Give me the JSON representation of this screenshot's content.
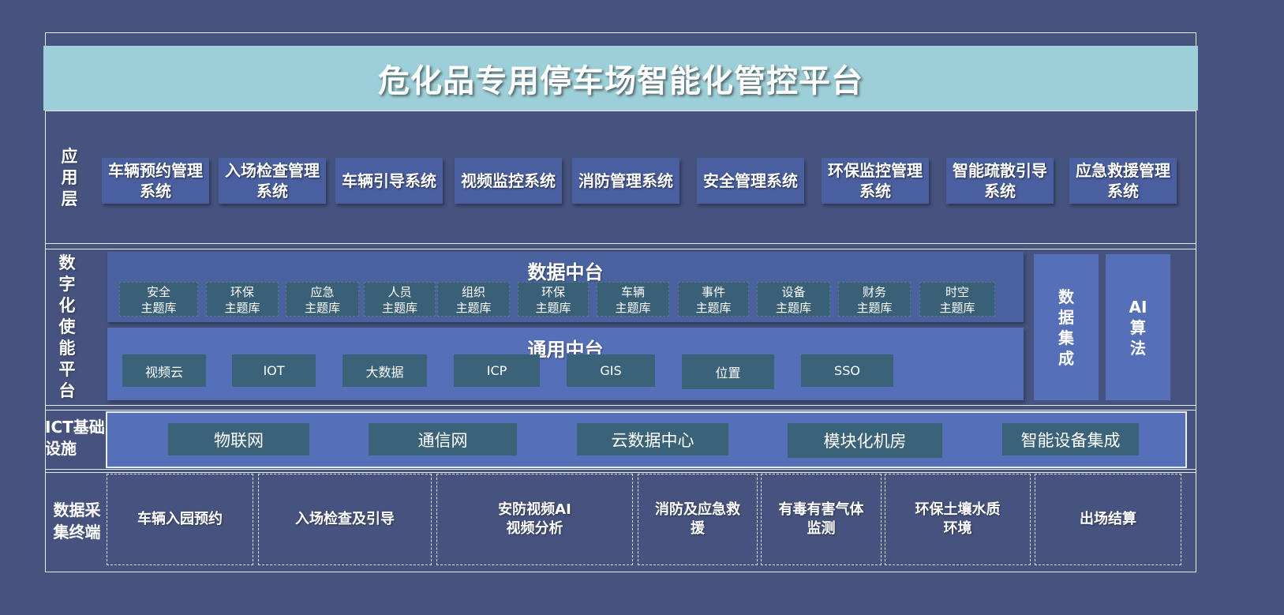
{
  "title": "危化品专用停车场智能化管控平台",
  "app_layer": {
    "label": "应用层",
    "systems": [
      "车辆预约管理系统",
      "入场检查管理系统",
      "车辆引导系统",
      "视频监控系统",
      "消防管理系统",
      "安全管理系统",
      "环保监控管理系统",
      "智能疏散引导系统",
      "应急救援管理系统"
    ]
  },
  "digital_platform": {
    "label": "数字化使能平台",
    "data_platform": {
      "title": "数据中台",
      "themes": [
        [
          "安全",
          "主题库"
        ],
        [
          "环保",
          "主题库"
        ],
        [
          "应急",
          "主题库"
        ],
        [
          "人员",
          "主题库"
        ],
        [
          "组织",
          "主题库"
        ],
        [
          "环保",
          "主题库"
        ],
        [
          "车辆",
          "主题库"
        ],
        [
          "事件",
          "主题库"
        ],
        [
          "设备",
          "主题库"
        ],
        [
          "财务",
          "主题库"
        ],
        [
          "时空",
          "主题库"
        ]
      ]
    },
    "general_platform": {
      "title": "通用中台",
      "items": [
        "视频云",
        "IOT",
        "大数据",
        "ICP",
        "GIS",
        "位置",
        "SSO"
      ]
    },
    "data_integration": "数据集成",
    "ai": "AI算法"
  },
  "ict": {
    "label": "ICT基础设施",
    "items": [
      "物联网",
      "通信网",
      "云数据中心",
      "模块化机房",
      "智能设备集成"
    ]
  },
  "terminals": {
    "label": "数据采集终端",
    "items": [
      "车辆入园预约",
      "入场检查及引导",
      "安防视频AI视频分析",
      "消防及应急救援",
      "有毒有害气体监测",
      "环保土壤水质环境",
      "出场结算"
    ]
  },
  "colors": {
    "background": "#46537e",
    "title_bar": "#9dcfd8",
    "app_box": "#4a5fa0",
    "data_platform": "#4a62a0",
    "general_platform": "#5570b8",
    "item_box": "#3a6278"
  }
}
